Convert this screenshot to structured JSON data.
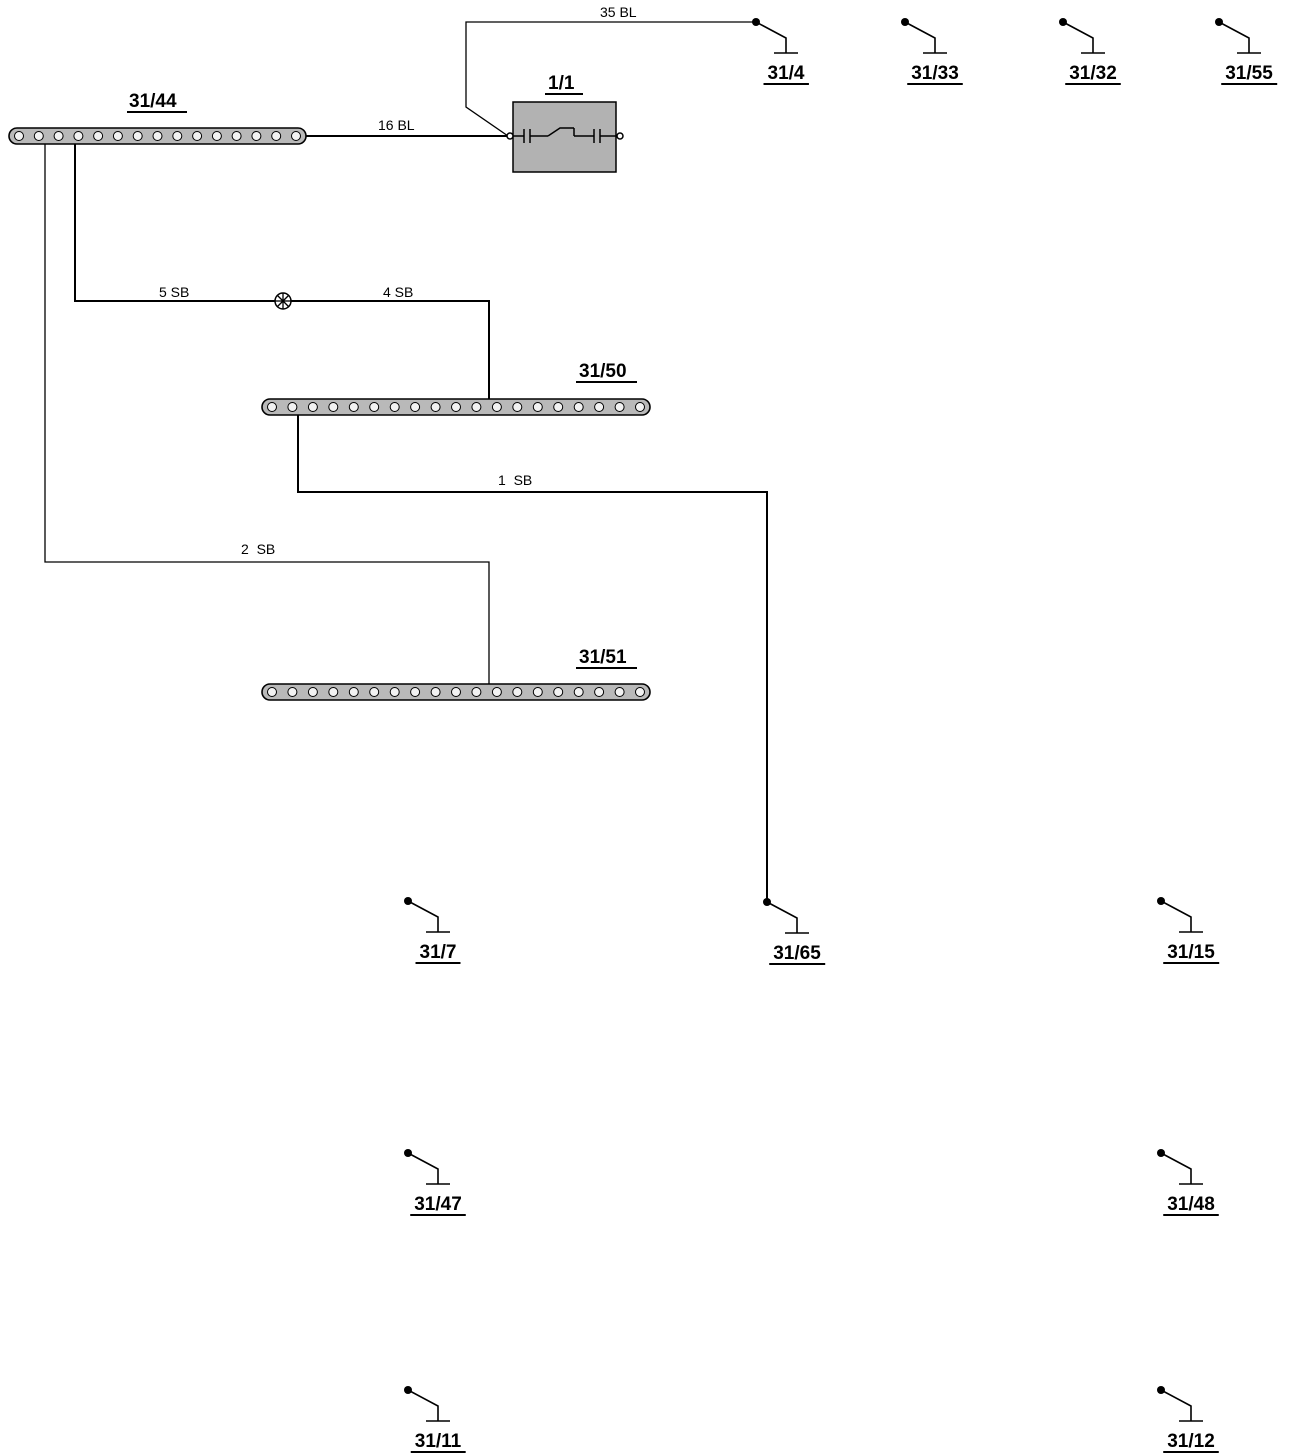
{
  "title": "",
  "connectors": [
    {
      "id": "conn-31-44",
      "label": "31/44"
    },
    {
      "id": "conn-31-50",
      "label": "31/50"
    },
    {
      "id": "conn-31-51",
      "label": "31/51"
    }
  ],
  "component": {
    "id": "comp-1-1",
    "label": "1/1"
  },
  "wires": [
    {
      "id": "wire-35",
      "label": "35 BL",
      "color": "BL"
    },
    {
      "id": "wire-16",
      "label": "16 BL",
      "color": "BL"
    },
    {
      "id": "wire-5",
      "label": "5 SB",
      "color": "SB"
    },
    {
      "id": "wire-4",
      "label": "4 SB",
      "color": "SB"
    },
    {
      "id": "wire-1",
      "label": "1  SB",
      "color": "SB"
    },
    {
      "id": "wire-2",
      "label": "2  SB",
      "color": "SB"
    }
  ],
  "grounds": [
    {
      "id": "gnd-31-4",
      "label": "31/4"
    },
    {
      "id": "gnd-31-33",
      "label": "31/33"
    },
    {
      "id": "gnd-31-32",
      "label": "31/32"
    },
    {
      "id": "gnd-31-55",
      "label": "31/55"
    },
    {
      "id": "gnd-31-7",
      "label": "31/7"
    },
    {
      "id": "gnd-31-65",
      "label": "31/65"
    },
    {
      "id": "gnd-31-15",
      "label": "31/15"
    },
    {
      "id": "gnd-31-47",
      "label": "31/47"
    },
    {
      "id": "gnd-31-48",
      "label": "31/48"
    },
    {
      "id": "gnd-31-11",
      "label": "31/11"
    },
    {
      "id": "gnd-31-12",
      "label": "31/12"
    }
  ]
}
